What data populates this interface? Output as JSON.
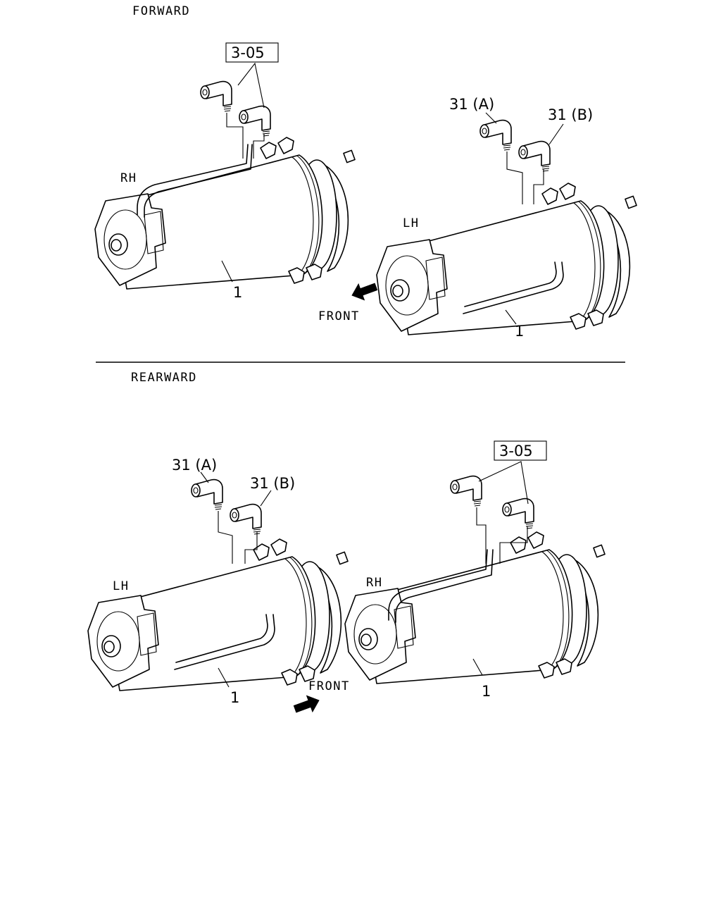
{
  "sections": {
    "forward": "FORWARD",
    "rearward": "REARWARD"
  },
  "direction_label": "FRONT",
  "side_labels": {
    "rh": "RH",
    "lh": "LH"
  },
  "callouts": {
    "ref": "3-05",
    "part_main": "1",
    "part_a": "31 (A)",
    "part_b": "31 (B)"
  },
  "colors": {
    "ink": "#000000",
    "paper": "#ffffff"
  }
}
